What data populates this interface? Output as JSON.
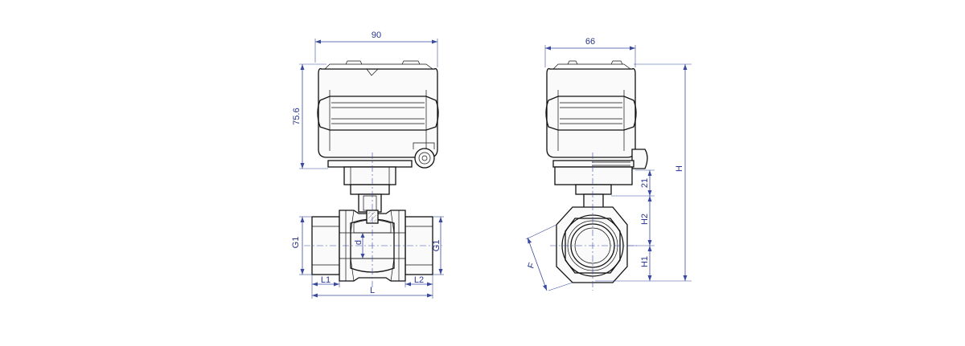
{
  "front_view": {
    "width_label": "90",
    "actuator_height_label": "75.6",
    "bore_label": "d",
    "thread_left_label": "G1",
    "thread_right_label": "G1",
    "thread_len_left_label": "L1",
    "thread_len_right_label": "L2",
    "length_label": "L"
  },
  "side_view": {
    "width_label": "66",
    "overall_height_label": "H",
    "stem_height_label": "21",
    "upper_height_label": "H2",
    "lower_height_label": "H1",
    "wrench_flat_label": "F"
  },
  "colors": {
    "dimension": "#3a4aa0",
    "outline": "#111111"
  }
}
